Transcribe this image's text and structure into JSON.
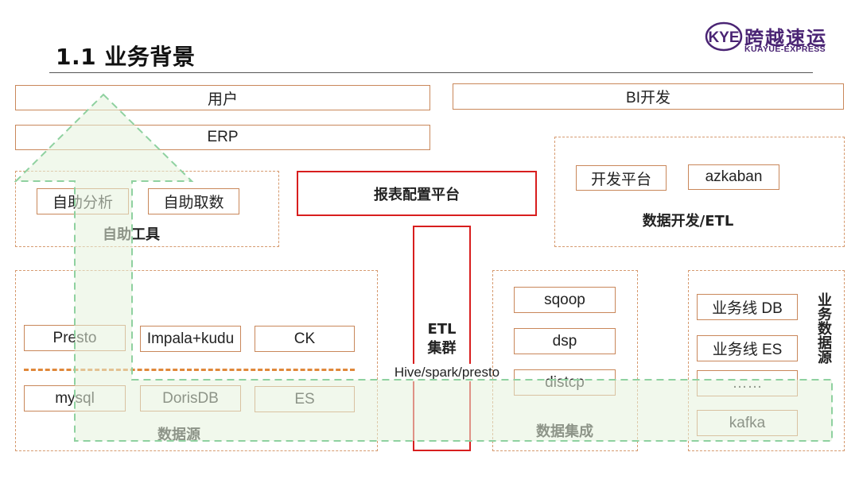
{
  "header": {
    "title": "1.1 业务背景",
    "logo": {
      "mark": "KYE",
      "name_cn": "跨越速运",
      "name_en": "KUAYUE-EXPRESS",
      "color": "#4a2474"
    }
  },
  "top_bars": {
    "user": "用户",
    "bi": "BI开发",
    "erp": "ERP"
  },
  "self_service": {
    "label": "自助工具",
    "items": [
      "自助分析",
      "自助取数"
    ]
  },
  "report_platform": "报表配置平台",
  "dev_etl": {
    "label": "数据开发/ETL",
    "items": [
      "开发平台",
      "azkaban"
    ]
  },
  "data_source": {
    "label": "数据源",
    "engines": [
      "Presto",
      "Impala+kudu",
      "CK"
    ],
    "stores": [
      "mysql",
      "DorisDB",
      "ES"
    ]
  },
  "etl_cluster": {
    "title_line1": "ETL",
    "title_line2": "集群",
    "subtitle": "Hive/spark/presto"
  },
  "data_integration": {
    "label": "数据集成",
    "items": [
      "sqoop",
      "dsp",
      "distcp"
    ]
  },
  "business_source": {
    "label": "业务数据源",
    "items": [
      "业务线 DB",
      "业务线 ES",
      "……",
      "kafka"
    ]
  },
  "colors": {
    "box_border": "#c9875a",
    "red_border": "#d81e1e",
    "flow_green": "#8fd1a0",
    "flow_fill": "#eef7e6",
    "divider_orange": "#e0883a"
  }
}
